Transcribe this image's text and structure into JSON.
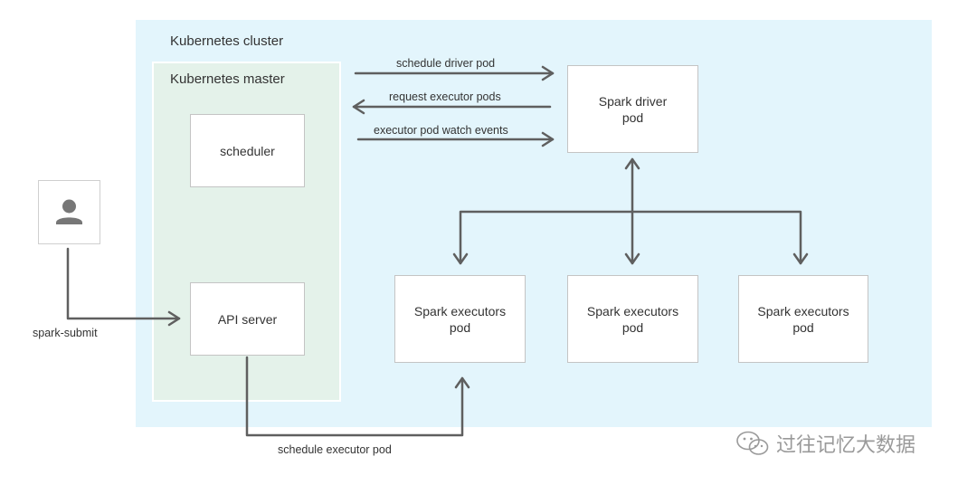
{
  "cluster": {
    "title": "Kubernetes cluster"
  },
  "master": {
    "title": "Kubernetes master"
  },
  "nodes": {
    "scheduler": "scheduler",
    "api_server": "API server",
    "driver": "Spark driver\npod",
    "executor_1": "Spark executors\npod",
    "executor_2": "Spark executors\npod",
    "executor_3": "Spark executors\npod"
  },
  "edges": {
    "schedule_driver": "schedule driver pod",
    "request_executors": "request executor pods",
    "watch_events": "executor pod watch events",
    "spark_submit": "spark-submit",
    "schedule_executor": "schedule executor pod"
  },
  "user": {
    "icon": "person-icon"
  },
  "watermark": {
    "text": "过往记忆大数据",
    "icon": "wechat-icon"
  },
  "colors": {
    "cluster_bg": "#e3f5fc",
    "master_bg": "#e4f2ea",
    "arrow": "#5f5f5f",
    "watermark": "#9a9a9a"
  }
}
